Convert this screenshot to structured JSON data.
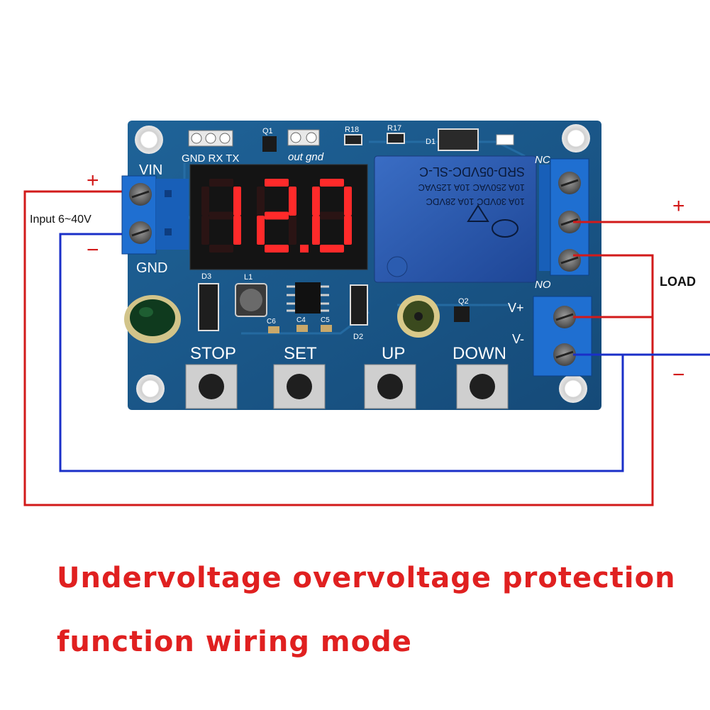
{
  "display": {
    "reading": "12.0"
  },
  "input": {
    "label": "Input 6~40V",
    "vin_label": "VIN",
    "gnd_label": "GND",
    "plus": "+",
    "minus": "−"
  },
  "header_pins": {
    "serial": "GND RX TX",
    "out_gnd": "out gnd",
    "q1": "Q1",
    "r18": "R18",
    "r17": "R17",
    "d1": "D1"
  },
  "relay": {
    "model": "SRD-05VDC-SL-C",
    "line1": "10A 250VAC  10A 125VAC",
    "line2": "10A 30VDC  10A 28VDC"
  },
  "components": {
    "d3": "D3",
    "l1": "L1",
    "c6": "C6",
    "c4": "C4",
    "c5": "C5",
    "d2": "D2",
    "q2": "Q2"
  },
  "buttons": {
    "stop": "STOP",
    "set": "SET",
    "up": "UP",
    "down": "DOWN"
  },
  "output": {
    "nc_label": "NC",
    "no_label": "NO",
    "vplus_label": "V+",
    "vminus_label": "V-",
    "load_label": "LOAD",
    "plus": "+",
    "minus": "−"
  },
  "caption": {
    "line1": "Undervoltage overvoltage protection",
    "line2": "function wiring mode"
  },
  "colors": {
    "pcb": "#1c5a8c",
    "wire_positive": "#d21a1a",
    "wire_negative": "#1a2fc8",
    "display_segments": "#ff2a2a",
    "relay_blue": "#2550a8",
    "terminal_blue": "#1f6fd1"
  }
}
